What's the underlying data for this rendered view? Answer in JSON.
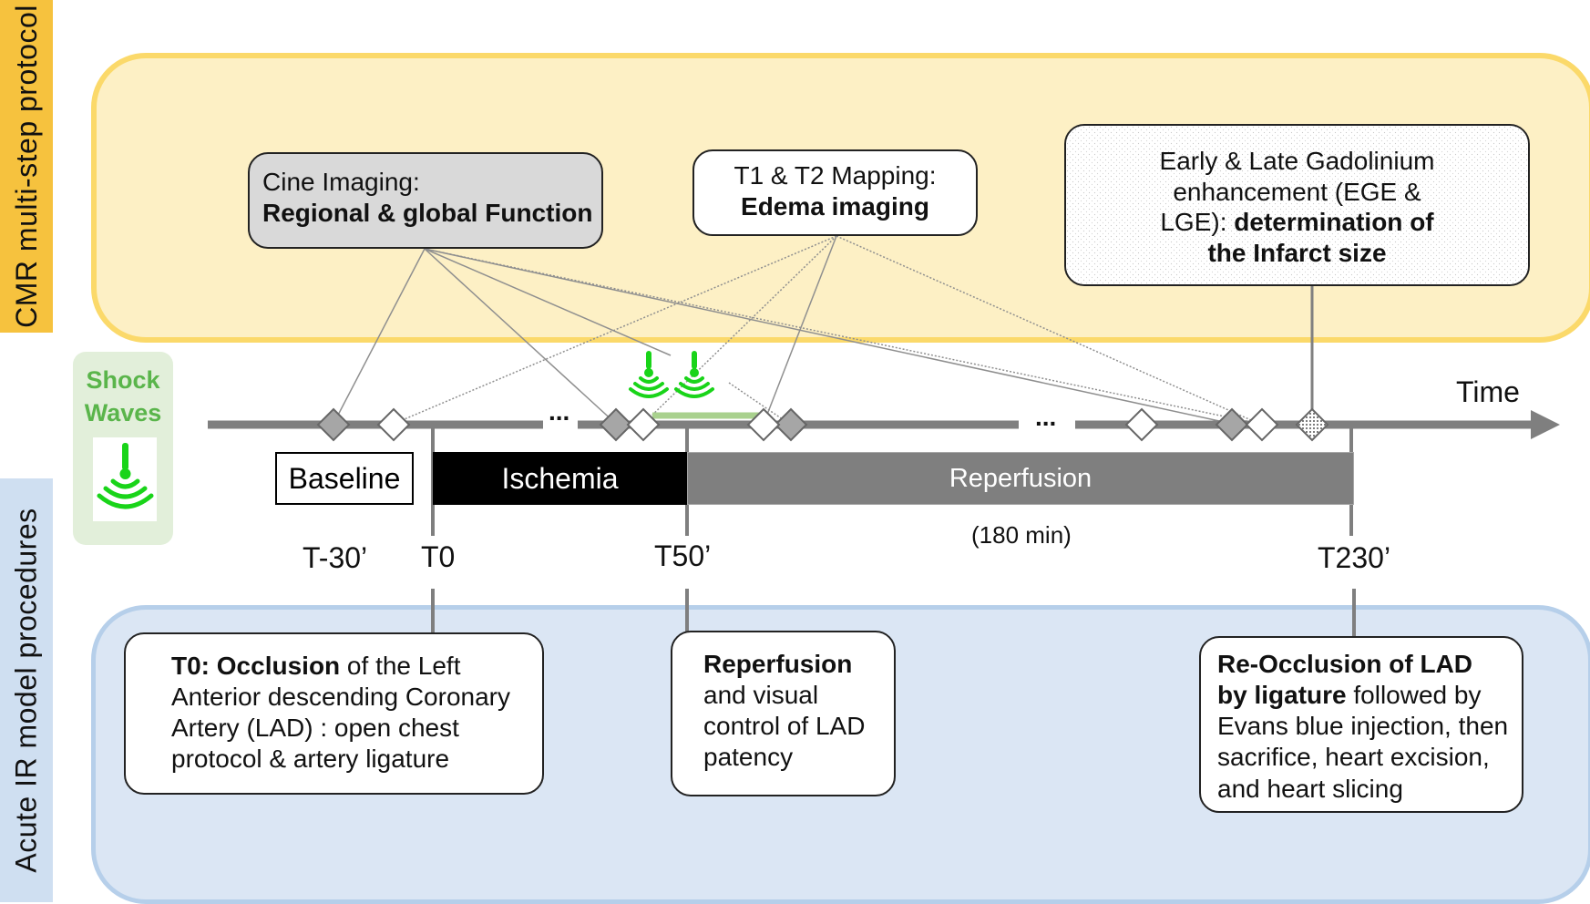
{
  "side_labels": {
    "cmr": "CMR multi-step protocol",
    "acute": "Acute IR model procedures"
  },
  "shock_waves": {
    "line1": "Shock",
    "line2": "Waves",
    "icon": "ultrasound-probe-icon"
  },
  "cmr_boxes": {
    "cine": {
      "line1": "Cine Imaging:",
      "line2": "Regional & global Function"
    },
    "mapping": {
      "line1": "T1 & T2 Mapping:",
      "line2": "Edema imaging"
    },
    "gadolinium": {
      "line1": "Early & Late Gadolinium",
      "line2": "enhancement (EGE &",
      "line3_prefix": "LGE): ",
      "line3_bold": "determination of",
      "line4": "the Infarct size"
    }
  },
  "timeline": {
    "axis_label": "Time",
    "ellipsis_1": "...",
    "ellipsis_2": "...",
    "phases": {
      "baseline": "Baseline",
      "ischemia": "Ischemia",
      "reperfusion": "Reperfusion"
    },
    "duration_note": "(180 min)",
    "ticks": {
      "t_minus30": "T-30’",
      "t0": "T0",
      "t50": "T50’",
      "t230": "T230’"
    }
  },
  "procedure_boxes": {
    "occlusion": {
      "bold1": "T0: Occlusion",
      "rest1": " of the Left",
      "line2": "Anterior descending Coronary",
      "line3": "Artery (LAD) : open chest",
      "line4": "protocol & artery ligature"
    },
    "reperfusion": {
      "bold1": "Reperfusion",
      "line2": "and visual",
      "line3": "control of LAD",
      "line4": "patency"
    },
    "reocclusion": {
      "bold1": "Re-Occlusion of LAD",
      "bold2": "by ligature",
      "rest2": " followed by",
      "line3": "Evans blue injection, then",
      "line4": "sacrifice, heart excision,",
      "line5": "and heart slicing"
    }
  },
  "colors": {
    "cmr_panel_fill": "#fdf0c5",
    "cmr_panel_border": "#fbd96a",
    "cmr_side_fill": "#f6c23e",
    "acute_panel_fill": "#dbe6f4",
    "acute_panel_border": "#b6cfea",
    "acute_side_fill": "#cfdff1",
    "shock_fill": "#e2efda",
    "shock_text": "#5ab54b",
    "probe_green": "#19d419",
    "axis_gray": "#7f7f7f",
    "cine_marker": "#a6a6a6",
    "ischemia": "#000000",
    "reperfusion": "#7f7f7f"
  }
}
